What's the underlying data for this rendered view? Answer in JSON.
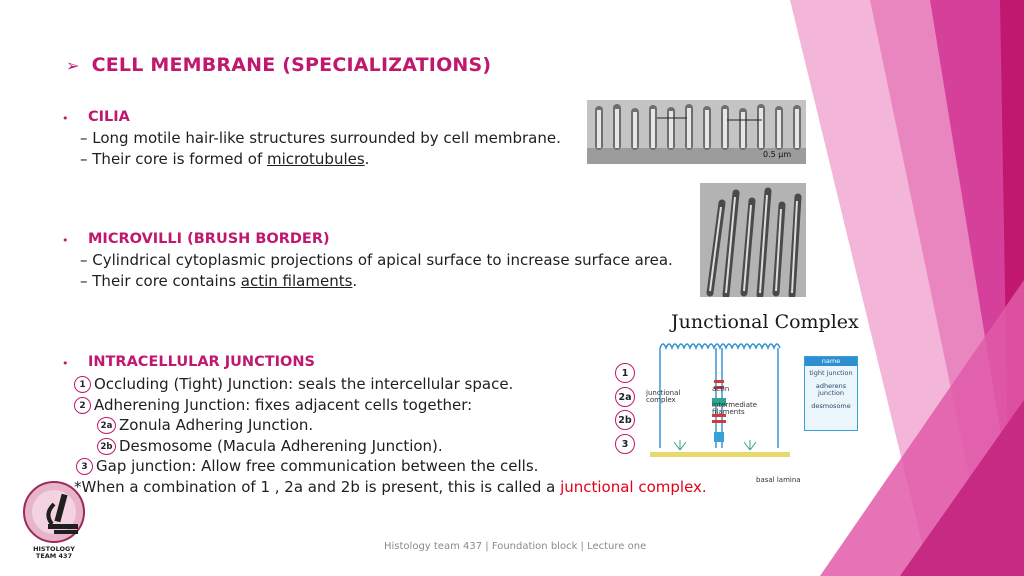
{
  "title": "CELL MEMBRANE (SPECIALIZATIONS)",
  "cilia": {
    "heading": "CILIA",
    "line1": "– Long motile hair-like structures surrounded by cell membrane.",
    "line2_prefix": "– Their core is formed of ",
    "line2_link": "microtubules",
    "line2_suffix": "."
  },
  "microvilli": {
    "heading": "MICROVILLI (BRUSH BORDER)",
    "line1": "– Cylindrical cytoplasmic projections of apical surface to increase surface area.",
    "line2_prefix": "– Their core contains ",
    "line2_link": "actin filaments",
    "line2_suffix": "."
  },
  "junctions": {
    "heading": "INTRACELLULAR JUNCTIONS",
    "items": [
      {
        "num": "1",
        "text": "Occluding (Tight) Junction: seals the intercellular space."
      },
      {
        "num": "2",
        "text": "Adherening Junction: fixes adjacent cells together:"
      },
      {
        "num": "2a",
        "text": "Zonula Adhering Junction."
      },
      {
        "num": "2b",
        "text": "Desmosome (Macula Adherening Junction)."
      },
      {
        "num": "3",
        "text": "Gap junction: Allow free communication between the cells."
      }
    ],
    "note_prefix": "*When a combination of 1 , 2a and 2b is present, this is called a ",
    "note_highlight": "junctional complex."
  },
  "diagram": {
    "title": "Junctional Complex",
    "markers": [
      "1",
      "2a",
      "2b",
      "3"
    ],
    "labels": {
      "junctional_complex": "junctional complex",
      "actin": "actin",
      "intermediate": "intermediate filaments",
      "basal": "basal lamina"
    },
    "legend": [
      "name",
      "tight junction",
      "adherens junction",
      "desmosome"
    ]
  },
  "micrograph_scale": "0.5 µm",
  "logo": {
    "line1": "HISTOLOGY",
    "line2": "TEAM 437"
  },
  "footer": "Histology team 437 | Foundation block | Lecture one",
  "colors": {
    "accent": "#c0186f",
    "highlight": "#e3001b",
    "pink": "#e76fb3"
  }
}
